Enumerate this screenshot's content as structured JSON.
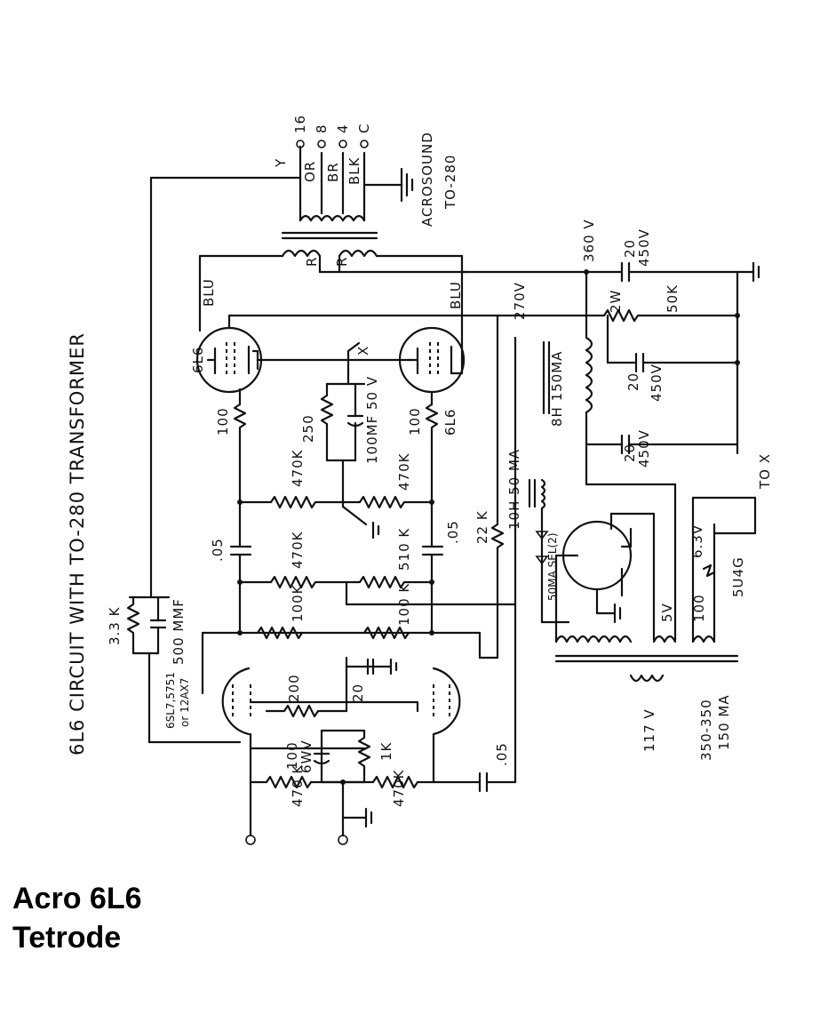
{
  "diagram": {
    "heading": "6L6 CIRCUIT WITH TO-280 TRANSFORMER",
    "transformer": {
      "name": "ACROSOUND",
      "model": "TO-280"
    },
    "taps": {
      "t16": "16",
      "t8": "8",
      "t4": "4",
      "tc": "C"
    },
    "wire_colors": {
      "y": "Y",
      "or": "OR",
      "br": "BR",
      "blk": "BLK",
      "r1": "R",
      "r2": "R",
      "blu1": "BLU",
      "blu2": "BLU",
      "x": "X"
    },
    "output_tubes": {
      "left": "6L6",
      "right": "6L6"
    },
    "driver_tube": {
      "line1": "6SL7,5751",
      "line2": "or 12AX7"
    },
    "rectifier": "5U4G",
    "resistors": {
      "r100a": "100",
      "r100b": "100",
      "r250": "250",
      "r470k_a": "470K",
      "r470k_b": "470K",
      "r470k_c": "470K",
      "r510k": "510 K",
      "r100k_a": "100K",
      "r100k_b": "100 K",
      "r200": "200",
      "r1k": "1K",
      "r470k_d": "470 K",
      "r470k_e": "470K",
      "r22k": "22 K",
      "r33k": "3.3 K",
      "r2w": "2W",
      "r50k": "50K"
    },
    "capacitors": {
      "c100mf": "100MF 50 V",
      "c05a": ".05",
      "c05b": ".05",
      "c05c": ".05",
      "c500": "500 MMF",
      "c20": "20",
      "c100_6wv": "100",
      "c6wv": "6WV",
      "c20_450_top_a": "20",
      "c20_450_top_b": "450V",
      "c20_450_mid_a": "20",
      "c20_450_mid_b": "450V",
      "c20_450_low_a": "20",
      "c20_450_low_b": "450V"
    },
    "voltages": {
      "v360": "360 V",
      "v270": "270V",
      "v5": "5V",
      "v63": "6.3V",
      "v117": "117 V"
    },
    "chokes": {
      "ch8h": "8H 150MA",
      "ch10h": "10H 50 MA"
    },
    "misc": {
      "sel": "50MA SEL(2)",
      "v100": "100",
      "to_x": "TO X",
      "pt1": "350-350",
      "pt2": "150 MA"
    }
  },
  "caption": {
    "line1": "Acro 6L6",
    "line2": "Tetrode"
  }
}
